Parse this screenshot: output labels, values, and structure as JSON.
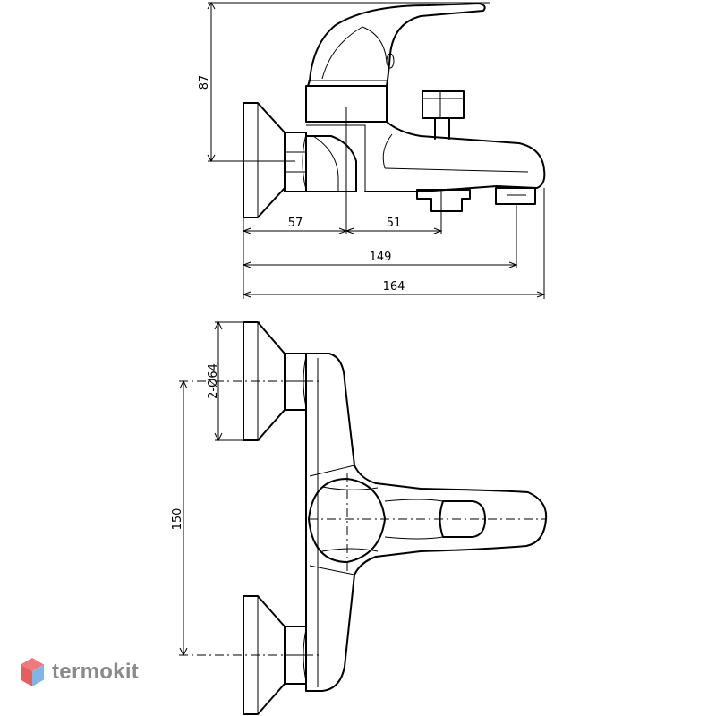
{
  "dimensions": {
    "height_87": "87",
    "width_57": "57",
    "width_51": "51",
    "width_149": "149",
    "width_164": "164",
    "mount_diameter": "2-Ø64",
    "height_150": "150"
  },
  "watermark": {
    "brand": "termokit",
    "logo_colors": {
      "top": "#f07a7a",
      "bottom": "#7fb6e8"
    }
  }
}
